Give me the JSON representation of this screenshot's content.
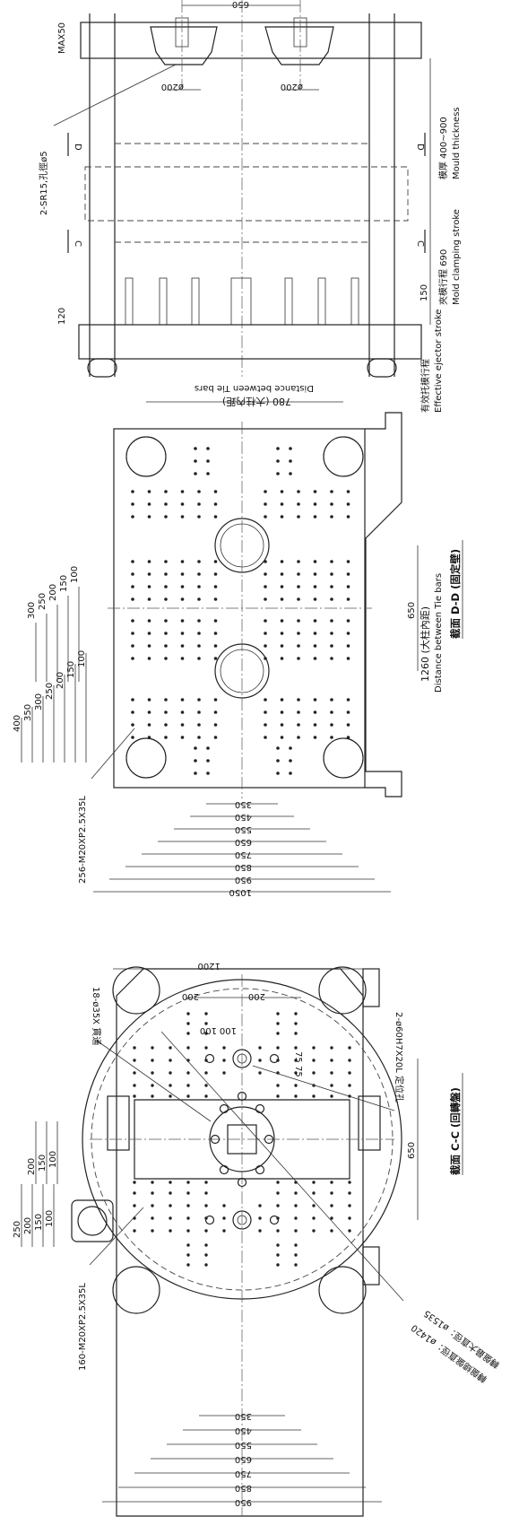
{
  "view1": {
    "label_650": "650",
    "label_max50": "MAX50",
    "label_phi200_a": "ø200",
    "label_phi200_b": "ø200",
    "label_sr15": "2-SR15,孔徑ø5",
    "label_d_left": "D",
    "label_d_right": "D",
    "label_c_left": "C",
    "label_c_right": "C",
    "label_120": "120",
    "label_150": "150",
    "mould_thickness_cn": "模厚 400~900",
    "mould_thickness_en": "Mould thickness",
    "clamping_cn": "夾模行程 690",
    "clamping_en": "Mold clamping stroke",
    "ejector_cn": "有效托模行程",
    "ejector_en": "Effective ejector stroke"
  },
  "view2": {
    "tiebar_top_cn": "780 (大柱內距)",
    "tiebar_top_en": "Distance between Tie bars",
    "dims_left": [
      "400",
      "350",
      "300",
      "250",
      "200",
      "150",
      "100"
    ],
    "dims_left_b": [
      "300",
      "250",
      "200",
      "150",
      "100"
    ],
    "dims_bottom": [
      "350",
      "450",
      "550",
      "650",
      "750",
      "850",
      "950",
      "1050"
    ],
    "tap_spec": "256-M20XP2.5X35L",
    "label_650": "650",
    "tiebar_side_cn": "1260 (大柱內距)",
    "tiebar_side_en": "Distance between Tie bars",
    "section_title": "截面 D-D (固定壁)"
  },
  "view3": {
    "dim_1200": "1200",
    "dim_200_a": "200",
    "dim_200_b": "200",
    "dim_100_a": "100",
    "dim_100_b": "100",
    "dim_75_a": "75",
    "dim_75_b": "75",
    "hole_spec": "18-ø35X 貫通",
    "locating_spec": "2-ø60H7X20L 定位孔",
    "dims_left": [
      "250",
      "200",
      "150",
      "100"
    ],
    "dims_left_b": [
      "200",
      "150",
      "100"
    ],
    "tap_spec": "160-M20XP2.5X35L",
    "label_650": "650",
    "dia_1535": "轉盤最大直徑：ø1535",
    "dia_1420": "轉盤總盤直徑：ø1420",
    "dims_bottom": [
      "350",
      "450",
      "550",
      "650",
      "750",
      "850",
      "950"
    ],
    "section_title": "截面 C-C (回轉盤)"
  }
}
